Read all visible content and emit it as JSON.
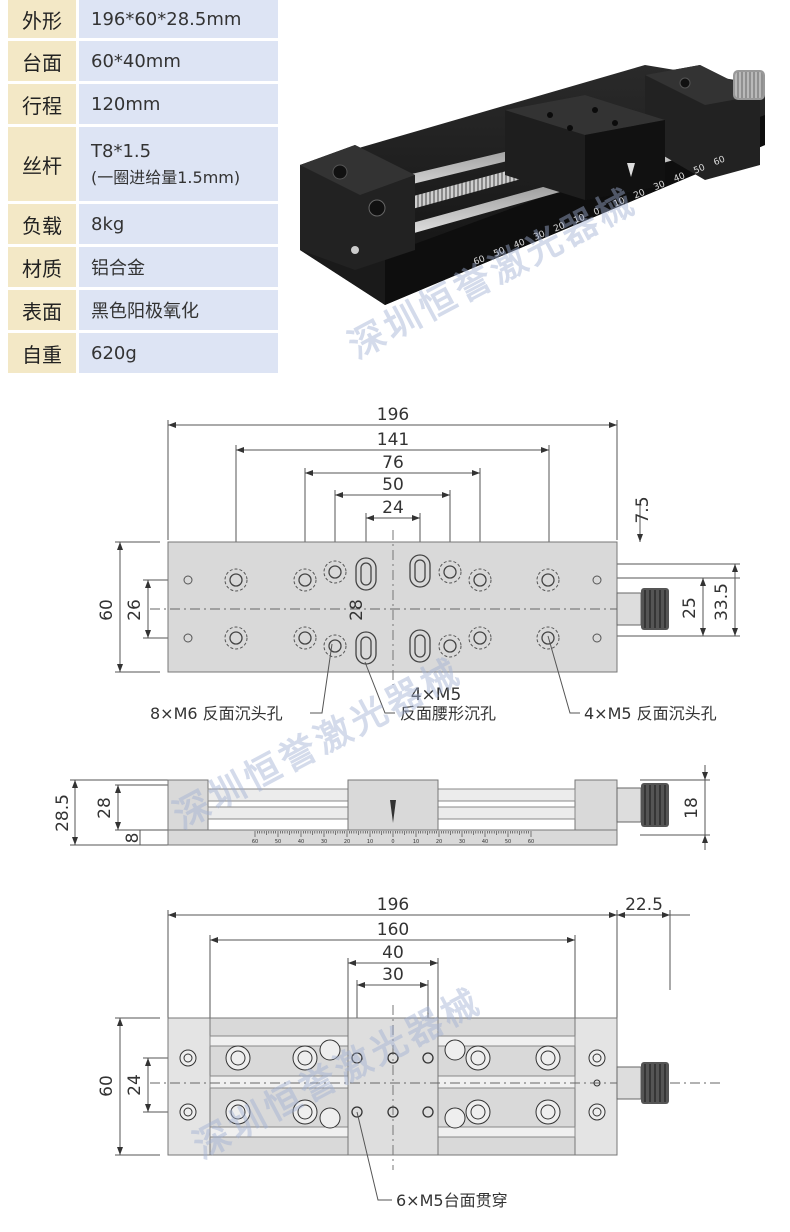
{
  "specs": [
    {
      "key": "外形",
      "value": "196*60*28.5mm"
    },
    {
      "key": "台面",
      "value": "60*40mm"
    },
    {
      "key": "行程",
      "value": "120mm"
    },
    {
      "key": "丝杆",
      "value": "T8*1.5",
      "sub": "(一圈进给量1.5mm)"
    },
    {
      "key": "负载",
      "value": "8kg"
    },
    {
      "key": "材质",
      "value": "铝合金"
    },
    {
      "key": "表面",
      "value": "黑色阳极氧化"
    },
    {
      "key": "自重",
      "value": "620g"
    }
  ],
  "watermark": "深圳恒誉激光器械",
  "product_scale": [
    "60",
    "50",
    "40",
    "30",
    "20",
    "10",
    "0",
    "10",
    "20",
    "30",
    "40",
    "50",
    "60"
  ],
  "top_view": {
    "dims": {
      "d196": "196",
      "d141": "141",
      "d76": "76",
      "d50": "50",
      "d24": "24",
      "d7_5": "7.5",
      "d60": "60",
      "d26": "26",
      "d28": "28",
      "d25": "25",
      "d33_5": "33.5"
    },
    "callouts": {
      "m6": "8×M6 反面沉头孔",
      "m5_top": "4×M5",
      "slot": "反面腰形沉孔",
      "m5_right": "4×M5 反面沉头孔"
    }
  },
  "side_view": {
    "dims": {
      "d28_5": "28.5",
      "d28": "28",
      "d8": "8",
      "d18": "18"
    },
    "scale": [
      "60",
      "50",
      "40",
      "30",
      "20",
      "10",
      "0",
      "10",
      "20",
      "30",
      "40",
      "50",
      "60"
    ]
  },
  "bottom_view": {
    "dims": {
      "d196": "196",
      "d22_5": "22.5",
      "d160": "160",
      "d40": "40",
      "d30": "30",
      "d60": "60",
      "d24": "24"
    },
    "callout": "6×M5台面贯穿"
  }
}
